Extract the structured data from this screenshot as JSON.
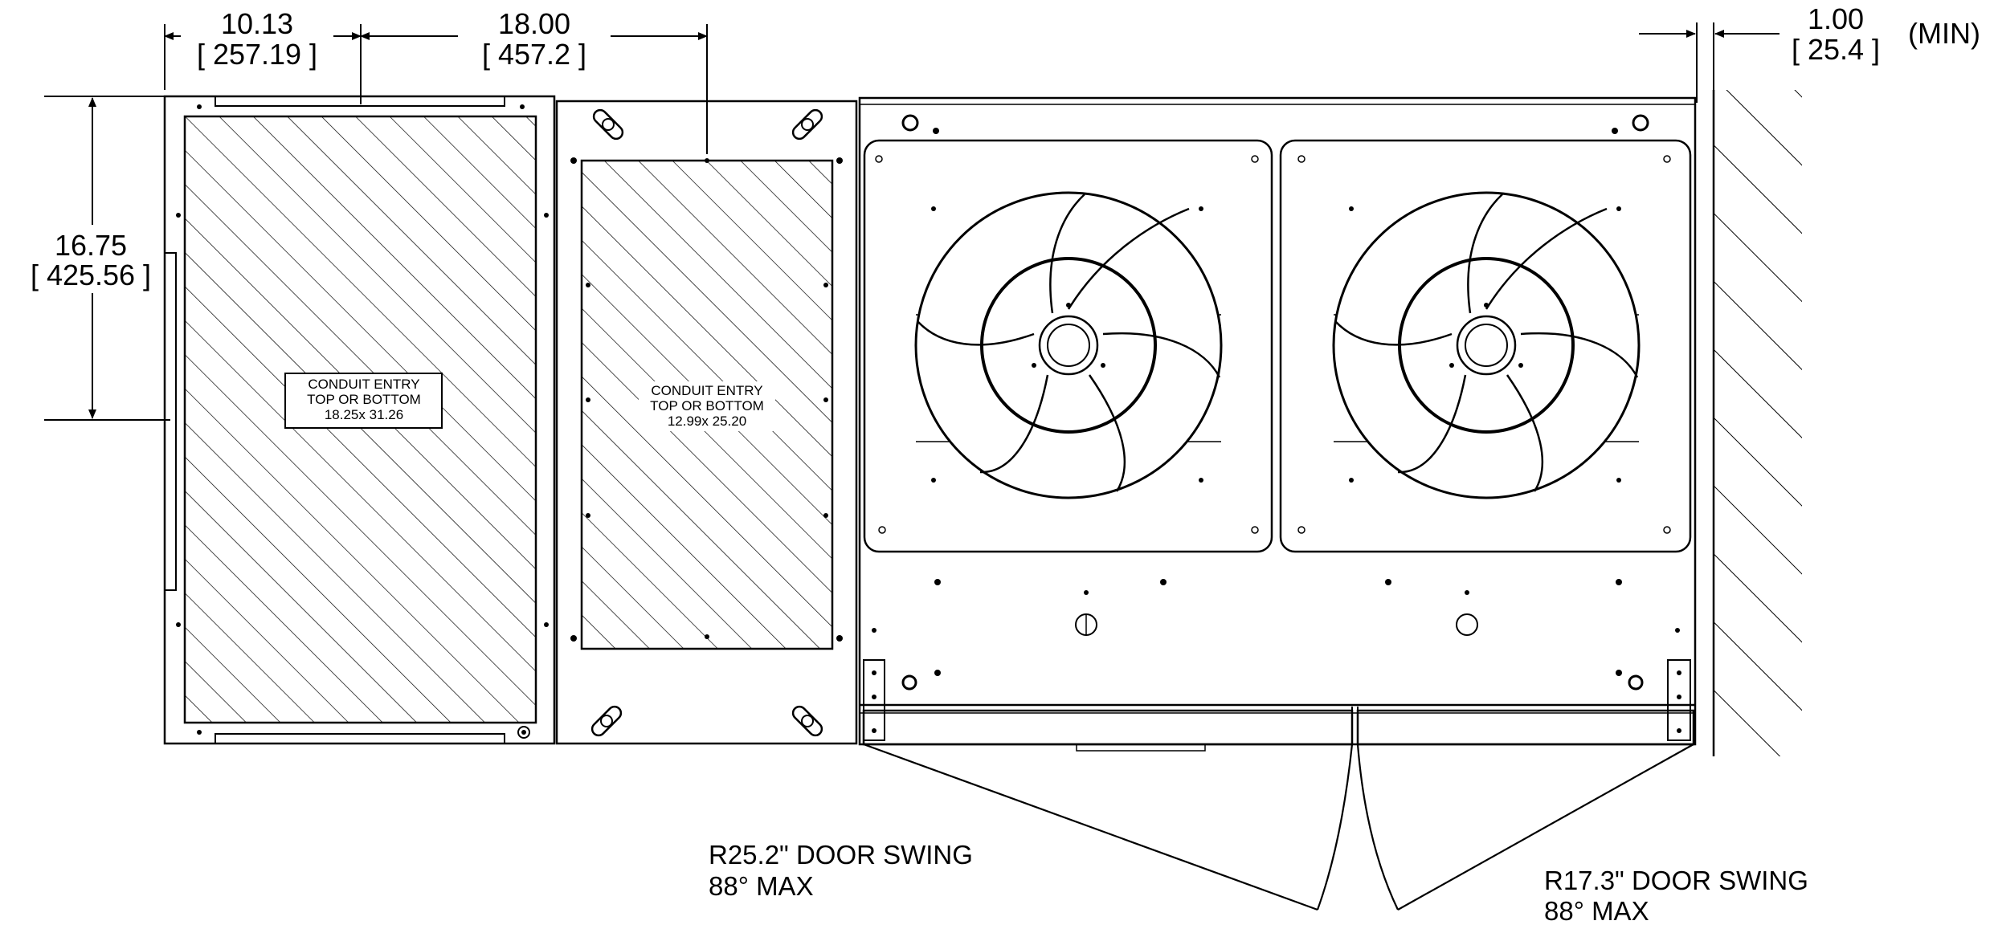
{
  "dimensions": {
    "width_top_left": {
      "inch": "10.13",
      "mm": "[ 257.19 ]"
    },
    "width_top_mid": {
      "inch": "18.00",
      "mm": "[ 457.2 ]"
    },
    "height_left": {
      "inch": "16.75",
      "mm": "[ 425.56 ]"
    },
    "clearance": {
      "inch": "1.00",
      "mm": "[ 25.4 ]",
      "suffix": "(MIN)"
    }
  },
  "conduit_left": {
    "line1": "CONDUIT ENTRY",
    "line2": "TOP OR BOTTOM",
    "line3": "18.25x 31.26"
  },
  "conduit_mid": {
    "line1": "CONDUIT ENTRY",
    "line2": "TOP OR BOTTOM",
    "line3": "12.99x 25.20"
  },
  "door_swing_left": {
    "line1": "R25.2\" DOOR SWING",
    "line2": "88° MAX"
  },
  "door_swing_right": {
    "line1": "R17.3\" DOOR SWING",
    "line2": "88° MAX"
  }
}
